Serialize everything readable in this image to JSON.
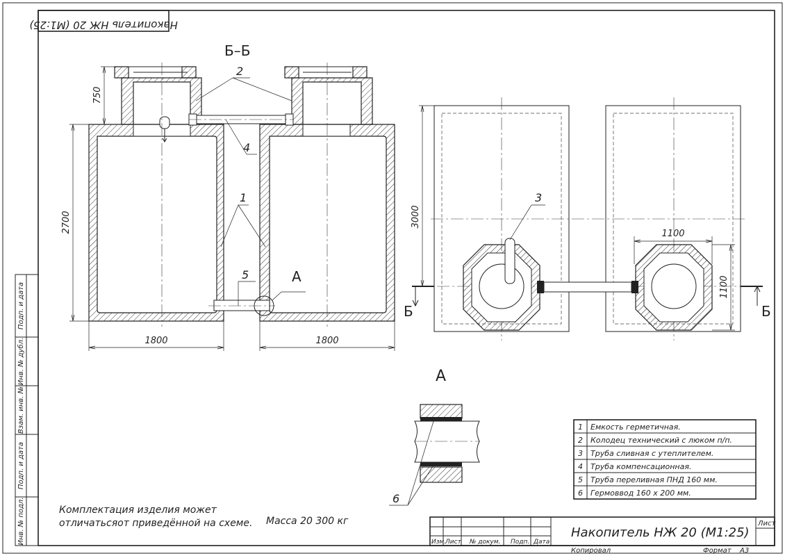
{
  "stamp_top": "Накопитель НЖ 20 (М1:25)",
  "section_label": "Б–Б",
  "detail_label": "А",
  "detail_callout": "А",
  "section_mark": "Б",
  "callouts": {
    "c1": "1",
    "c2": "2",
    "c3": "3",
    "c4": "4",
    "c5": "5",
    "c6": "6"
  },
  "dims": {
    "neck_height": "750",
    "tank_height": "2700",
    "width_left": "1800",
    "width_right": "1800",
    "plan_length": "3000",
    "well_width": "1100",
    "well_depth": "1100"
  },
  "legend": [
    {
      "num": "1",
      "text": "Емкость герметичная."
    },
    {
      "num": "2",
      "text": "Колодец технический с люком п/п."
    },
    {
      "num": "3",
      "text": "Труба сливная с утеплителем."
    },
    {
      "num": "4",
      "text": "Труба компенсационная."
    },
    {
      "num": "5",
      "text": "Труба переливная ПНД 160 мм."
    },
    {
      "num": "6",
      "text": "Гермоввод 160 х 200 мм."
    }
  ],
  "note_line1": "Комплектация изделия может",
  "note_line2": "отличатьсяот приведённой на схеме.",
  "mass": "Масса 20 300 кг",
  "title_block": {
    "title": "Накопитель НЖ 20 (М1:25)",
    "sheet_label": "Лист",
    "cols": [
      "Изм.",
      "Лист",
      "№ докум.",
      "Подп.",
      "Дата"
    ],
    "copied": "Копировал",
    "format_label": "Формат",
    "format_value": "А3"
  },
  "side_stamp": [
    "Подп. и дата",
    "Инв. № дубл.",
    "Взам. инв. №",
    "Подп. и дата",
    "Инв. № подл."
  ]
}
